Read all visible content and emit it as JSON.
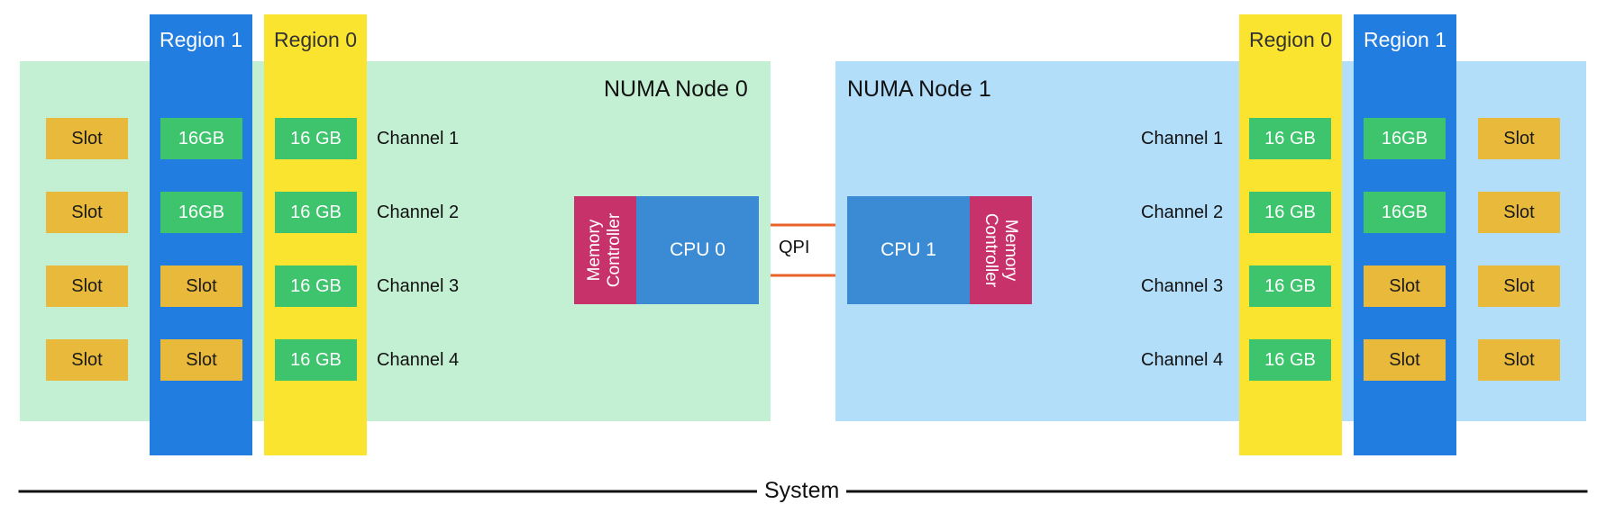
{
  "system_label": "System",
  "qpi_label": "QPI",
  "colors": {
    "node0_bg": "#c3efd2",
    "node1_bg": "#b2def9",
    "region0": "#fbe42f",
    "region1": "#227de0",
    "dimm_filled": "#3ec46d",
    "dimm_empty": "#e8b93a",
    "cpu": "#3b8bd4",
    "memory_controller": "#c8326b",
    "wire": "#3c4a5a",
    "qpi": "#e8622a"
  },
  "nodes": [
    {
      "title": "NUMA Node 0",
      "cpu_label": "CPU 0",
      "mc_line1": "Memory",
      "mc_line2": "Controller",
      "region0_label": "Region 0",
      "region1_label": "Region 1",
      "channels": [
        {
          "label": "Channel 1",
          "region0": "16 GB",
          "region1": "16GB",
          "outer": "Slot"
        },
        {
          "label": "Channel 2",
          "region0": "16 GB",
          "region1": "16GB",
          "outer": "Slot"
        },
        {
          "label": "Channel 3",
          "region0": "16 GB",
          "region1": "Slot",
          "outer": "Slot"
        },
        {
          "label": "Channel 4",
          "region0": "16 GB",
          "region1": "Slot",
          "outer": "Slot"
        }
      ]
    },
    {
      "title": "NUMA Node 1",
      "cpu_label": "CPU 1",
      "mc_line1": "Memory",
      "mc_line2": "Controller",
      "region0_label": "Region 0",
      "region1_label": "Region 1",
      "channels": [
        {
          "label": "Channel 1",
          "region0": "16 GB",
          "region1": "16GB",
          "outer": "Slot"
        },
        {
          "label": "Channel 2",
          "region0": "16 GB",
          "region1": "16GB",
          "outer": "Slot"
        },
        {
          "label": "Channel 3",
          "region0": "16 GB",
          "region1": "Slot",
          "outer": "Slot"
        },
        {
          "label": "Channel 4",
          "region0": "16 GB",
          "region1": "Slot",
          "outer": "Slot"
        }
      ]
    }
  ]
}
